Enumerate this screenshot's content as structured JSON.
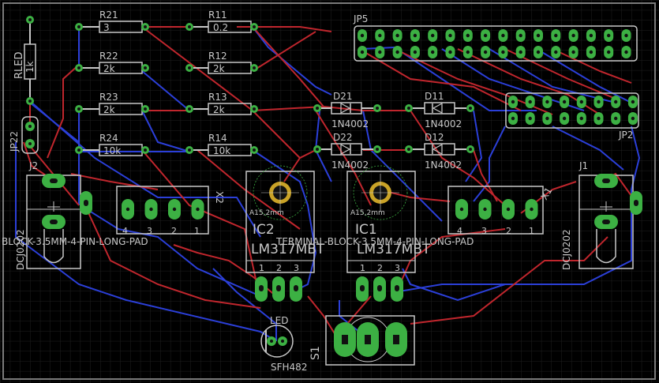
{
  "colors": {
    "background": "#000000",
    "grid": "#1f1f1f",
    "board_outline": "#7a7a7a",
    "top_trace": "#c0262d",
    "bottom_trace": "#2b3fd8",
    "pad": "#3cb043",
    "silk": "#c8c8c8",
    "drill": "#cccccc"
  },
  "labels": {
    "r21": "R21",
    "r22": "R22",
    "r23": "R23",
    "r24": "R24",
    "r11": "R11",
    "r12": "R12",
    "r13": "R13",
    "r14": "R14",
    "r21_val": "3",
    "r22_val": "2k",
    "r23_val": "2k",
    "r24_val": "10k",
    "r11_val": "0.2",
    "r12_val": "2k",
    "r13_val": "2k",
    "r14_val": "10k",
    "rled": "RLED",
    "rled_val": "1k",
    "jp22": "JP22",
    "jp5": "JP5",
    "jp2": "JP2",
    "d21": "D21",
    "d22": "D22",
    "d11": "D11",
    "d12": "D12",
    "diode_val": "1N4002",
    "j2": "J2",
    "j1": "J1",
    "dcj_left": "DCJ0202",
    "dcj_right": "DCJ0202",
    "x2": "X2",
    "x1": "X1",
    "x_pin4": "4",
    "x_pin3": "3",
    "x_pin2": "2",
    "x_pin1": "1",
    "ic2": "IC2",
    "ic1": "IC1",
    "lm_left": "LM317MBT",
    "lm_right": "LM317MBT",
    "heatsink_left": "A15,2mm",
    "heatsink_right": "A15,2mm",
    "ic_pin1": "1",
    "ic_pin2": "2",
    "ic_pin3": "3",
    "terminal_left": "BLOCK-3.5MM-4-PIN-LONG-PAD",
    "terminal_mid": "TERMINAL-BLOCK-3.5MM-4-PIN-LONG-PAD",
    "led": "LED",
    "sfh": "SFH482",
    "s1": "S1"
  }
}
